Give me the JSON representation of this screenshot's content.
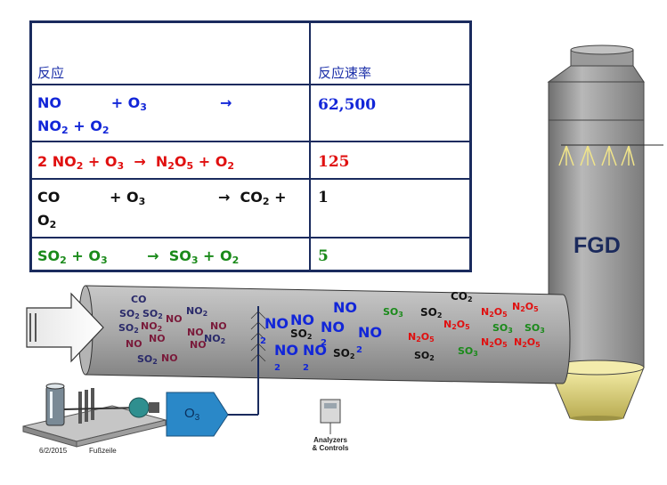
{
  "table": {
    "header": {
      "reaction": "反应",
      "rate": "反应速率"
    },
    "rows": [
      {
        "color": "#1226d8",
        "line1": "NO          + O",
        "line1_sub": "3",
        "line1_arrow": "→",
        "line2_a": "NO",
        "line2_sub1": "2",
        "line2_b": " + O",
        "line2_sub2": "2",
        "rate": "62,500"
      },
      {
        "color": "#e01010",
        "text_a": "2 NO",
        "sub_a": "2",
        "text_b": " + O",
        "sub_b": "3",
        "text_c": "  →  N",
        "sub_c": "2",
        "text_d": "O",
        "sub_d": "5",
        "text_e": " + O",
        "sub_e": "2",
        "rate": "125"
      },
      {
        "color": "#111111",
        "line1": "CO          + O",
        "line1_sub": "3",
        "line1_arrow": "→  CO",
        "line1_sub2": "2",
        "line1_end": " +",
        "line2_a": "O",
        "line2_sub": "2",
        "rate": "1"
      },
      {
        "color": "#1a8a1a",
        "text_a": "SO",
        "sub_a": "2",
        "text_b": " + O",
        "sub_b": "3",
        "text_c": "        →  SO",
        "sub_c": "3",
        "text_d": " + O",
        "sub_d": "2",
        "rate": "5"
      }
    ]
  },
  "tower": {
    "label": "FGD"
  },
  "generator": {
    "label": "O3"
  },
  "footer": {
    "date": "6/2/2015",
    "page": "Fußzeile"
  },
  "analyzers": {
    "line1": "Analyzers",
    "line2": "& Controls"
  },
  "duct_labels": {
    "co": "CO",
    "no": "NO",
    "no2": "NO",
    "so2": "SO",
    "so3": "SO",
    "n2o5_n": "N",
    "n2o5_o": "O",
    "co2": "CO",
    "sub2": "2",
    "sub3": "3",
    "sub5": "5"
  },
  "colors": {
    "frame": "#1a2b5e",
    "duct": "#9c9c9c",
    "tower": "#8f8f8f",
    "ozone_box": "#2a88c8",
    "spray": "#f0e48a"
  }
}
